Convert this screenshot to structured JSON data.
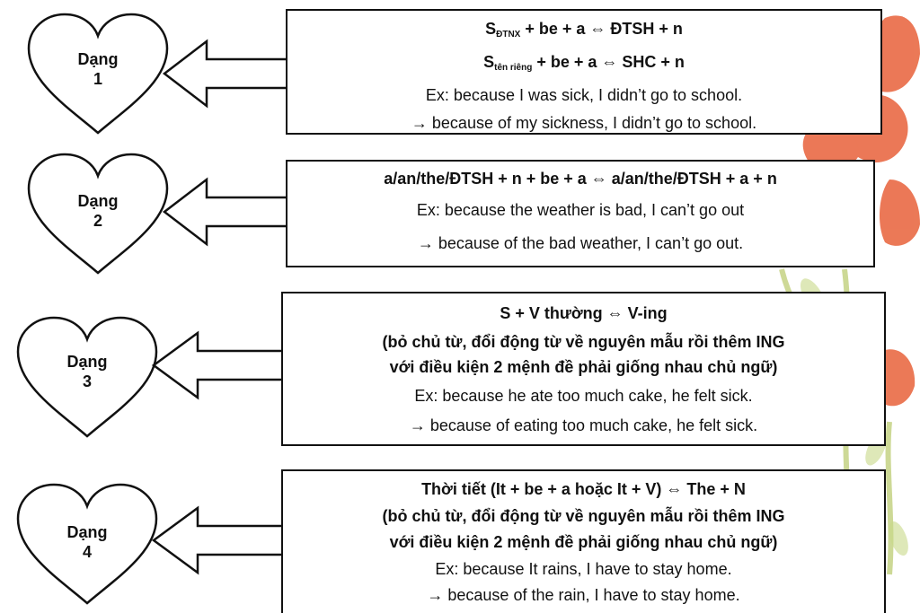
{
  "items": [
    {
      "heart_title": "Dạng",
      "heart_number": "1",
      "lines": [
        {
          "parts": [
            {
              "text": "S",
              "sub": "ĐTNX"
            },
            {
              "text": " + be + a ⇔ ĐTSH + n"
            }
          ],
          "bold": true
        },
        {
          "parts": [
            {
              "text": "S",
              "sub": "tên riêng"
            },
            {
              "text": " + be + a ⇔ SHC + n"
            }
          ],
          "bold": true
        },
        {
          "parts": [
            {
              "text": "Ex: because I was sick, I didn’t go to school."
            }
          ],
          "bold": false
        },
        {
          "parts": [
            {
              "text": "→ because of my sickness, I didn’t go to school."
            }
          ],
          "bold": false
        }
      ]
    },
    {
      "heart_title": "Dạng",
      "heart_number": "2",
      "lines": [
        {
          "parts": [
            {
              "text": "a/an/the/ĐTSH + n + be + a ⇔ a/an/the/ĐTSH + a + n"
            }
          ],
          "bold": true
        },
        {
          "parts": [
            {
              "text": "Ex: because the weather is bad, I can’t go out"
            }
          ],
          "bold": false
        },
        {
          "parts": [
            {
              "text": "→ because of the bad weather, I can’t go out."
            }
          ],
          "bold": false
        }
      ]
    },
    {
      "heart_title": "Dạng",
      "heart_number": "3",
      "lines": [
        {
          "parts": [
            {
              "text": "S + V thường ⇔ V-ing"
            }
          ],
          "bold": true
        },
        {
          "parts": [
            {
              "text": "(bỏ chủ từ, đổi động từ về nguyên mẫu rồi thêm ING"
            }
          ],
          "bold": true
        },
        {
          "parts": [
            {
              "text": "với điều kiện 2 mệnh đề phải giống nhau chủ ngữ)"
            }
          ],
          "bold": true
        },
        {
          "parts": [
            {
              "text": "Ex: because he ate too much cake, he felt sick."
            }
          ],
          "bold": false
        },
        {
          "parts": [
            {
              "text": "→ because of eating too much cake, he felt sick."
            }
          ],
          "bold": false
        }
      ]
    },
    {
      "heart_title": "Dạng",
      "heart_number": "4",
      "lines": [
        {
          "parts": [
            {
              "text": "Thời tiết (It + be + a hoặc It + V) ⇔ The + N"
            }
          ],
          "bold": true
        },
        {
          "parts": [
            {
              "text": "(bỏ chủ từ, đổi động từ về nguyên mẫu rồi thêm ING"
            }
          ],
          "bold": true
        },
        {
          "parts": [
            {
              "text": "với điều kiện 2 mệnh đề phải giống nhau chủ ngữ)"
            }
          ],
          "bold": true
        },
        {
          "parts": [
            {
              "text": "Ex: because It rains, I have to stay home."
            }
          ],
          "bold": false
        },
        {
          "parts": [
            {
              "text": "→ because of the rain, I have to stay home."
            }
          ],
          "bold": false
        }
      ]
    }
  ]
}
